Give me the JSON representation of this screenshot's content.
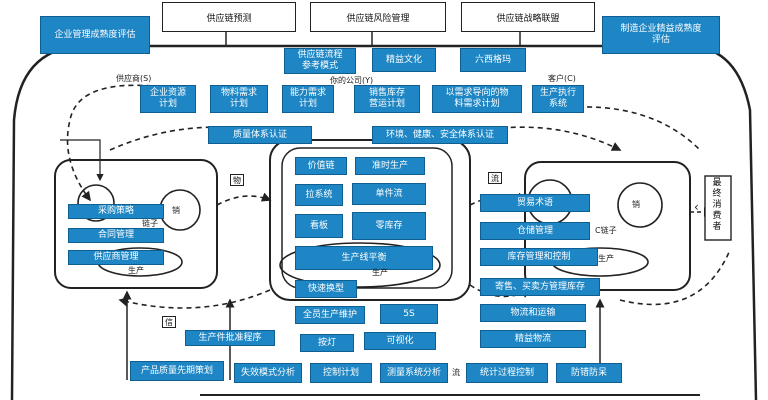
{
  "top_tabs": [
    "供应链预测",
    "供应链风险管理",
    "供应链战略联盟"
  ],
  "left_title": "企业管理成熟度评估",
  "right_title": "制造企业精益成熟度\n评估",
  "row1": [
    "供应链流程\n参考模式",
    "精益文化",
    "六西格玛"
  ],
  "supplier_label": "供应商(S)",
  "company_label": "你的公司(Y)",
  "customer_label": "客户(C)",
  "row2": [
    "企业资源\n计划",
    "物料需求\n计划",
    "能力需求\n计划",
    "销售库存\n营运计划",
    "以需求导向的物\n料需求计划",
    "生产执行\n系统"
  ],
  "row3": [
    "质量体系认证",
    "环境、健康、安全体系认证"
  ],
  "left_boxes": [
    "采购策略",
    "合同管理",
    "供应商管理"
  ],
  "left_texts": [
    "销",
    "链子",
    "生产"
  ],
  "center_boxes": [
    "价值链",
    "准时生产",
    "拉系统",
    "单件流",
    "看板",
    "零库存",
    "生产线平衡"
  ],
  "center_texts": [
    "生产"
  ],
  "right_boxes": [
    "贸易术语",
    "仓储管理",
    "库存管理和控制",
    "寄售、买卖方管理库存",
    "物流和运输",
    "精益物流"
  ],
  "right_texts": [
    "销",
    "C链子",
    "生产"
  ],
  "flow_labels": [
    "物",
    "流",
    "信"
  ],
  "consumer_label": "最终消费者",
  "mid_boxes": [
    "快速换型",
    "全员生产维护",
    "5S",
    "按灯",
    "可视化"
  ],
  "left_mid_box": "生产件批准程序",
  "bottom_boxes": [
    "产品质量先期策划",
    "失效模式分析",
    "控制计划",
    "测量系统分析",
    "统计过程控制",
    "防错防呆"
  ],
  "bottom_texts": [
    "流"
  ],
  "colors": {
    "box_fill": "#1e86c4",
    "box_border": "#0f5f93",
    "line": "#222222"
  },
  "icons": [
    "chevron-left-icon"
  ]
}
